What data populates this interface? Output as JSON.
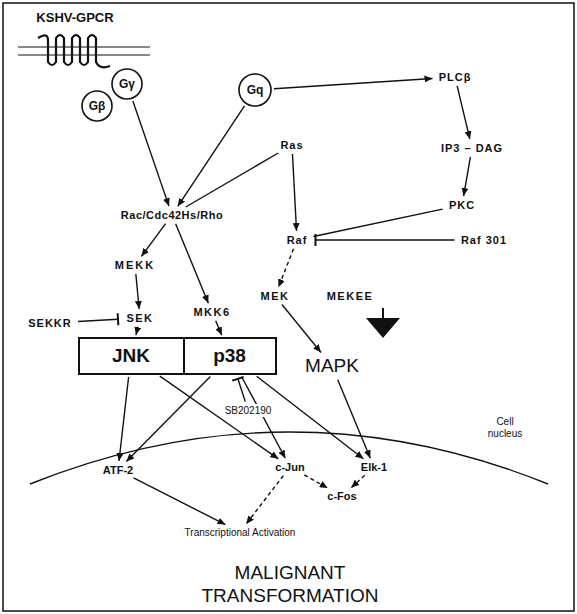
{
  "diagram": {
    "nodes": [
      {
        "text": [
          "Gγ"
        ]
      },
      {
        "text": [
          "Gβ"
        ]
      },
      {
        "text": [
          "Gq"
        ]
      },
      {
        "text": [
          "PLCβ"
        ]
      },
      {
        "text": [
          "Ras"
        ]
      },
      {
        "text": [
          "IP3 – DAG"
        ]
      },
      {
        "text": [
          "Rac/Cdc42Hs/Rho"
        ]
      },
      {
        "text": [
          "PKC"
        ]
      },
      {
        "text": [
          "Raf"
        ]
      },
      {
        "text": [
          "Raf 301"
        ]
      },
      {
        "text": [
          "MEKK"
        ]
      },
      {
        "text": [
          "MEK"
        ]
      },
      {
        "text": [
          "MEKEE"
        ]
      },
      {
        "text": [
          "SEKKR"
        ]
      },
      {
        "text": [
          "SEK"
        ]
      },
      {
        "text": [
          "MKK6"
        ]
      },
      {
        "text": [
          "JNK"
        ]
      },
      {
        "text": [
          "p38"
        ]
      },
      {
        "text": [
          "MAPK"
        ]
      },
      {
        "text": [
          "SB202190"
        ]
      },
      {
        "text": [
          "ATF-2"
        ]
      },
      {
        "text": [
          "c-Jun"
        ]
      },
      {
        "text": [
          "Elk-1"
        ]
      },
      {
        "text": [
          "c-Fos"
        ]
      },
      {
        "text": [
          "Transcriptional Activation"
        ]
      }
    ],
    "edges": [
      {
        "from": 0,
        "to": 6,
        "arrow": "to"
      },
      {
        "from": 2,
        "to": 6,
        "arrow": "to"
      },
      {
        "from": 2,
        "to": 3,
        "arrow": "to"
      },
      {
        "from": 4,
        "to": 6,
        "arrow": "none"
      },
      {
        "from": 4,
        "to": 8,
        "arrow": "to"
      },
      {
        "from": 3,
        "to": 5,
        "arrow": "to"
      },
      {
        "from": 5,
        "to": 7,
        "arrow": "to"
      },
      {
        "from": 7,
        "to": 8,
        "arrow": "none"
      },
      {
        "from": 9,
        "to": 8,
        "arrow": "none"
      },
      {
        "from": 8,
        "to": 11,
        "arrow": "to"
      },
      {
        "from": 11,
        "to": 18,
        "arrow": "to"
      },
      {
        "from": 6,
        "to": 10,
        "arrow": "to"
      },
      {
        "from": 10,
        "to": 14,
        "arrow": "to"
      },
      {
        "from": 13,
        "to": 14,
        "arrow": "none"
      },
      {
        "from": 14,
        "to": 16,
        "arrow": "to"
      },
      {
        "from": 6,
        "to": 15,
        "arrow": "to"
      },
      {
        "from": 15,
        "to": 17,
        "arrow": "to"
      },
      {
        "from": 19,
        "to": 17,
        "arrow": "none"
      },
      {
        "from": 16,
        "to": 20,
        "arrow": "to"
      },
      {
        "from": 16,
        "to": 21,
        "arrow": "to"
      },
      {
        "from": 17,
        "to": 21,
        "arrow": "to"
      },
      {
        "from": 17,
        "to": 22,
        "arrow": "to"
      },
      {
        "from": 18,
        "to": 22,
        "arrow": "to"
      },
      {
        "from": 20,
        "to": 24,
        "arrow": "to"
      },
      {
        "from": 21,
        "to": 24,
        "arrow": "to"
      },
      {
        "from": 22,
        "to": 23,
        "arrow": "to"
      },
      {
        "from": 21,
        "to": 23,
        "arrow": "to"
      },
      {
        "from": 17,
        "to": 20,
        "arrow": "to"
      }
    ],
    "labels": [
      "KSHV-GPCR",
      "Cell nucleus",
      "MALIGNANT TRANSFORMATION"
    ]
  }
}
